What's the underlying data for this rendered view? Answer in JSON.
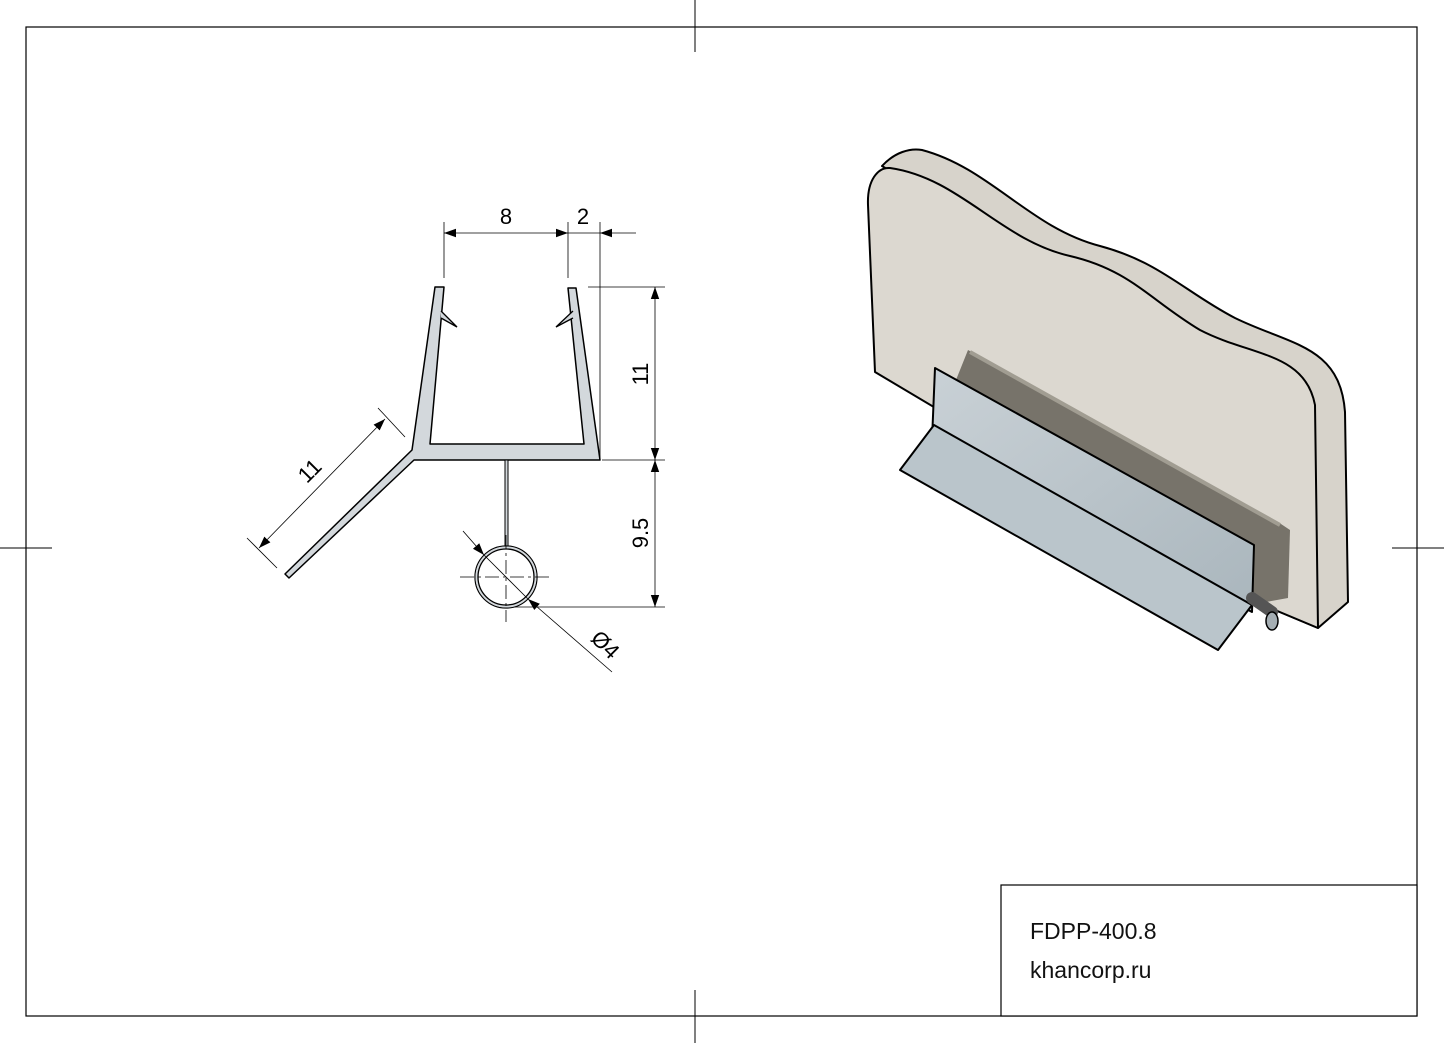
{
  "title_block": {
    "part_number": "FDPP-400.8",
    "website": "khancorp.ru"
  },
  "profile_drawing": {
    "dimensions": {
      "channel_width": "8",
      "wall_thickness": "2",
      "channel_height": "11",
      "bulb_offset": "9.5",
      "flap_length": "11",
      "bulb_diameter": "Ø4"
    }
  },
  "colors": {
    "profile_fill": "#d3d8dc",
    "glass_fill": "#dcd8d0",
    "track_fill": "#77736a",
    "seal_fill": "#b9c4ca"
  }
}
